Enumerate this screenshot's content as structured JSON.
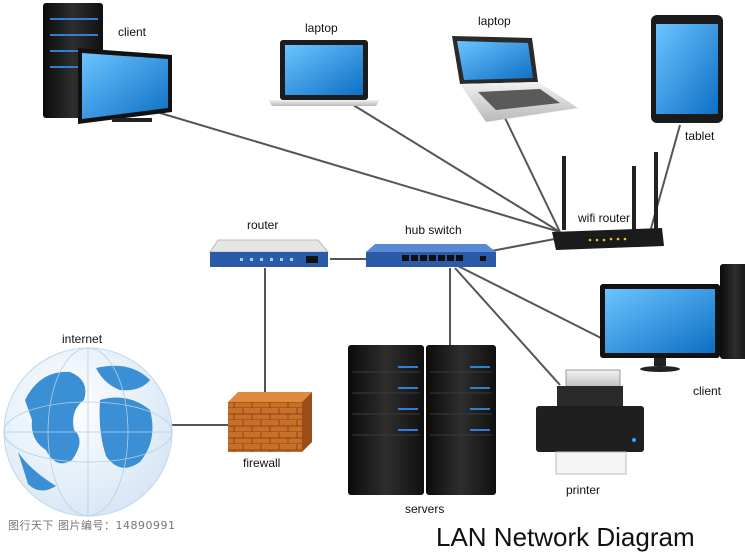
{
  "labels": {
    "client_top": "client",
    "laptop_mid": "laptop",
    "laptop_right": "laptop",
    "tablet": "tablet",
    "wifi_router": "wifi router",
    "router": "router",
    "hub_switch": "hub switch",
    "internet": "internet",
    "firewall": "firewall",
    "servers": "servers",
    "printer": "printer",
    "client_right": "client"
  },
  "footer": {
    "title": "LAN Network Diagram",
    "watermark": "图行天下 图片编号：14890991"
  },
  "colors": {
    "screen_blue": "#1e8fe0",
    "device_black": "#1a1a1a",
    "switch_blue": "#2b5aa8",
    "globe_blue": "#3b8fd4",
    "brick": "#c8702a",
    "cable": "#555555"
  }
}
